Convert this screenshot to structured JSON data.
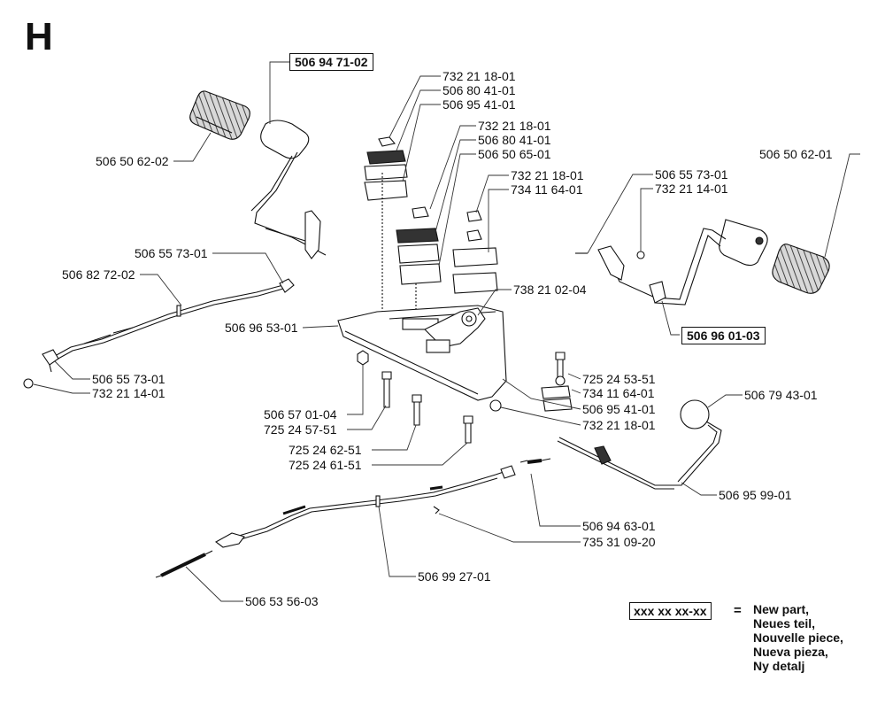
{
  "section_letter": "H",
  "callouts": [
    {
      "id": "c01",
      "text": "506 94 71-02",
      "boxed": true
    },
    {
      "id": "c02",
      "text": "732 21 18-01"
    },
    {
      "id": "c03",
      "text": "506 80 41-01"
    },
    {
      "id": "c04",
      "text": "506 95 41-01"
    },
    {
      "id": "c05",
      "text": "732 21 18-01"
    },
    {
      "id": "c06",
      "text": "506 80 41-01"
    },
    {
      "id": "c07",
      "text": "506 50 65-01"
    },
    {
      "id": "c08",
      "text": "732 21 18-01"
    },
    {
      "id": "c09",
      "text": "734 11 64-01"
    },
    {
      "id": "c10",
      "text": "506 50 62-02"
    },
    {
      "id": "c11",
      "text": "506 55 73-01"
    },
    {
      "id": "c12",
      "text": "506 82 72-02"
    },
    {
      "id": "c13",
      "text": "506 96 53-01"
    },
    {
      "id": "c14",
      "text": "738 21 02-04"
    },
    {
      "id": "c15",
      "text": "506 55 73-01"
    },
    {
      "id": "c16",
      "text": "732 21 14-01"
    },
    {
      "id": "c17",
      "text": "506 50 62-01"
    },
    {
      "id": "c18",
      "text": "506 96 01-03",
      "boxed": true
    },
    {
      "id": "c19",
      "text": "506 55 73-01"
    },
    {
      "id": "c20",
      "text": "732 21 14-01"
    },
    {
      "id": "c21",
      "text": "725 24 53-51"
    },
    {
      "id": "c22",
      "text": "734 11 64-01"
    },
    {
      "id": "c23",
      "text": "506 95 41-01"
    },
    {
      "id": "c24",
      "text": "732 21 18-01"
    },
    {
      "id": "c25",
      "text": "506 79 43-01"
    },
    {
      "id": "c26",
      "text": "506 57 01-04"
    },
    {
      "id": "c27",
      "text": "725 24 57-51"
    },
    {
      "id": "c28",
      "text": "725 24 62-51"
    },
    {
      "id": "c29",
      "text": "725 24 61-51"
    },
    {
      "id": "c30",
      "text": "506 95 99-01"
    },
    {
      "id": "c31",
      "text": "506 94 63-01"
    },
    {
      "id": "c32",
      "text": "735 31 09-20"
    },
    {
      "id": "c33",
      "text": "506 99 27-01"
    },
    {
      "id": "c34",
      "text": "506 53 56-03"
    }
  ],
  "legend": {
    "code": "xxx xx xx-xx",
    "equals": "=",
    "lines": [
      "New part,",
      "Neues teil,",
      "Nouvelle piece,",
      "Nueva pieza,",
      "Ny detalj"
    ]
  }
}
